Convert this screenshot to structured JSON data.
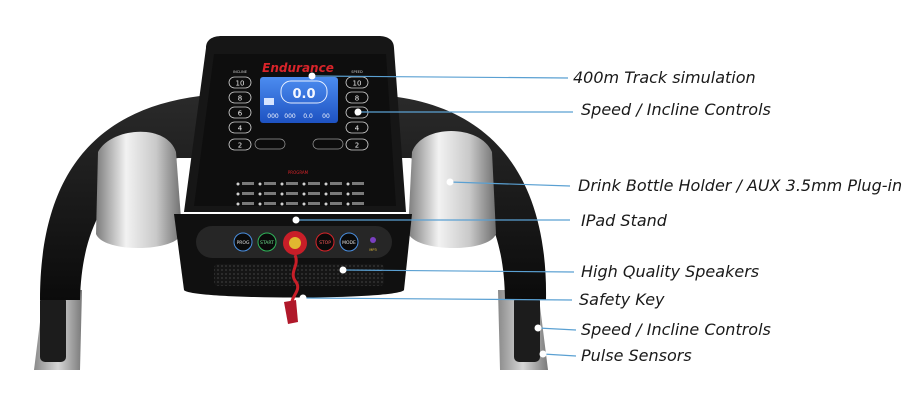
{
  "console": {
    "brand": "Endurance",
    "display_value": "0.0",
    "display_stats": [
      "000",
      "000",
      "0.0",
      "00"
    ],
    "incline_label": "INCLINE",
    "speed_label": "SPEED",
    "incline_buttons": [
      "10",
      "8",
      "6",
      "4",
      "2"
    ],
    "speed_buttons": [
      "10",
      "8",
      "6",
      "4",
      "2"
    ],
    "program_label": "PROGRAM",
    "prog_button": "PROG",
    "start_button": "START",
    "stop_button": "STOP",
    "mode_button": "MODE",
    "mp3_label": "MP3"
  },
  "callouts": {
    "track": "400m Track simulation",
    "controls_top": "Speed  / Incline Controls",
    "bottle": "Drink Bottle Holder / AUX 3.5mm Plug-in",
    "ipad": "IPad Stand",
    "speakers": "High Quality Speakers",
    "safety": "Safety Key",
    "controls_bottom": "Speed / Incline Controls",
    "pulse": "Pulse Sensors"
  },
  "colors": {
    "leader": "#5aa0d2",
    "dot": "#ffffff",
    "lcd": "#2c6ad8",
    "brand": "#d8242a",
    "key": "#c81e28",
    "frame": "#141414"
  }
}
